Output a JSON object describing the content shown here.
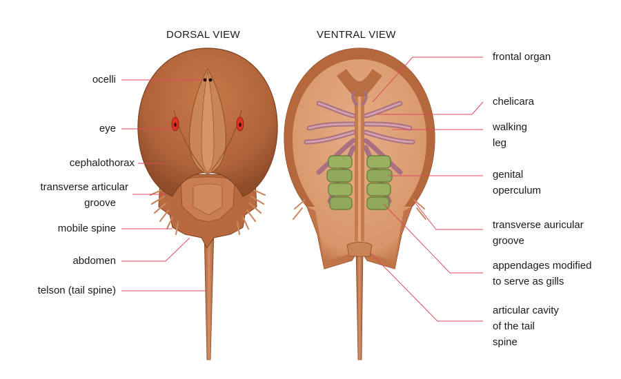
{
  "titles": {
    "dorsal": "DORSAL VIEW",
    "ventral": "VENTRAL VIEW"
  },
  "labels_left": {
    "ocelli": "ocelli",
    "eye": "eye",
    "cephalothorax": "cephalothorax",
    "transverse_articular_1": "transverse articular",
    "transverse_articular_2": "groove",
    "mobile_spine": "mobile spine",
    "abdomen": "abdomen",
    "telson": "telson (tail spine)"
  },
  "labels_right": {
    "frontal_organ": "frontal organ",
    "chelicara": "chelicara",
    "walking_leg_1": "walking",
    "walking_leg_2": "leg",
    "genital_operculum_1": "genital",
    "genital_operculum_2": "operculum",
    "transverse_auricular_1": "transverse auricular",
    "transverse_auricular_2": "groove",
    "appendages_1": "appendages modified",
    "appendages_2": "to serve as gills",
    "articular_cavity_1": "articular cavity",
    "articular_cavity_2": "of the tail",
    "articular_cavity_3": "spine"
  },
  "colors": {
    "shell": "#b5683c",
    "shell_dark": "#8a4a26",
    "shell_light": "#d9956a",
    "underside": "#d89a70",
    "legs": "#b9808a",
    "gills": "#8fa85a",
    "leader": "#e0475e",
    "eye": "#e0301e"
  }
}
